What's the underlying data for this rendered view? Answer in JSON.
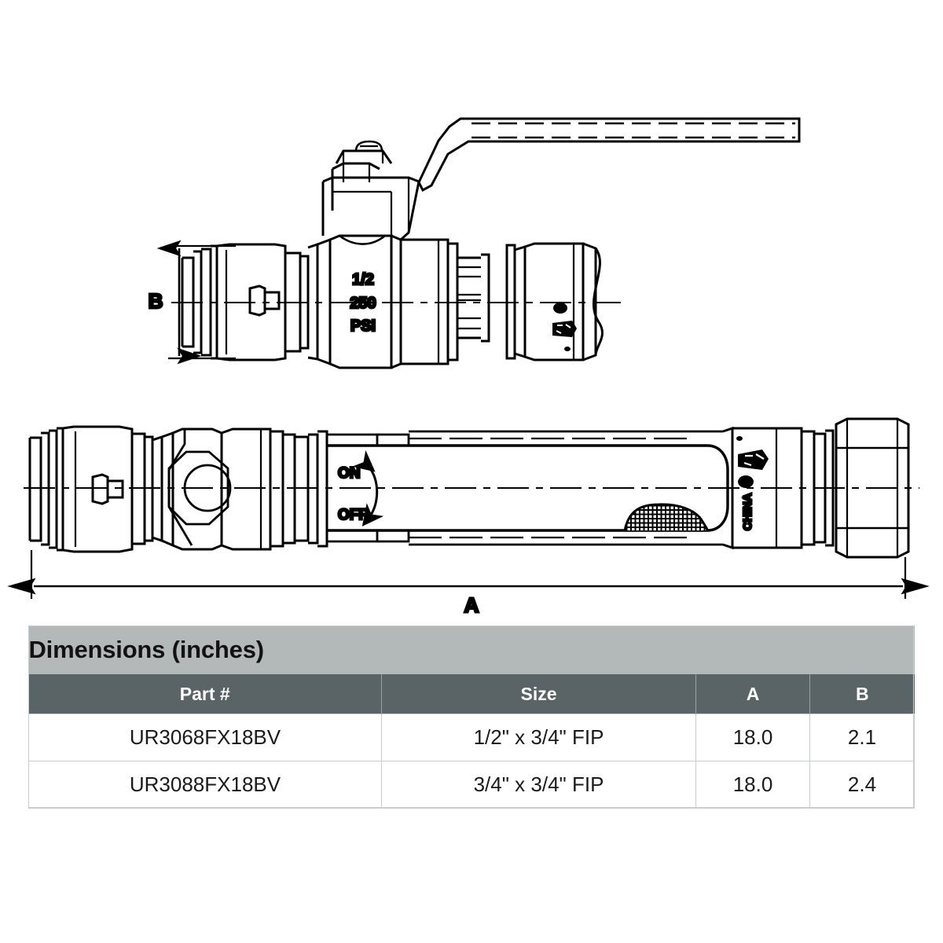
{
  "page": {
    "background": "#ffffff",
    "line_color": "#000000"
  },
  "diagram": {
    "views": [
      {
        "name": "side-elevation-view",
        "dimension_label": "B",
        "body_markings": [
          "1/2",
          "250",
          "PSI"
        ],
        "break_symbol": "pipe-break"
      },
      {
        "name": "top-plan-view",
        "dimension_label": "A",
        "markings": [
          "ON",
          "OFF",
          "CHINA"
        ],
        "rotation_arrow": "curved-double-arrow"
      }
    ],
    "labels": {
      "dimension_a": "A",
      "dimension_b": "B",
      "on": "ON",
      "off": "OFF",
      "origin": "CHINA",
      "size_marking": "1/2",
      "pressure_value": "250",
      "pressure_unit": "PSI"
    }
  },
  "table": {
    "title": "Dimensions (inches)",
    "header_bg": "#b3b9b8",
    "subheader_bg": "#5a6365",
    "row_bg": "#ffffff",
    "border_color": "#c9cdce",
    "columns": [
      "Part #",
      "Size",
      "A",
      "B"
    ],
    "rows": [
      {
        "part": "UR3068FX18BV",
        "size": "1/2\" x 3/4\" FIP",
        "a": "18.0",
        "b": "2.1"
      },
      {
        "part": "UR3088FX18BV",
        "size": "3/4\" x 3/4\" FIP",
        "a": "18.0",
        "b": "2.4"
      }
    ]
  }
}
